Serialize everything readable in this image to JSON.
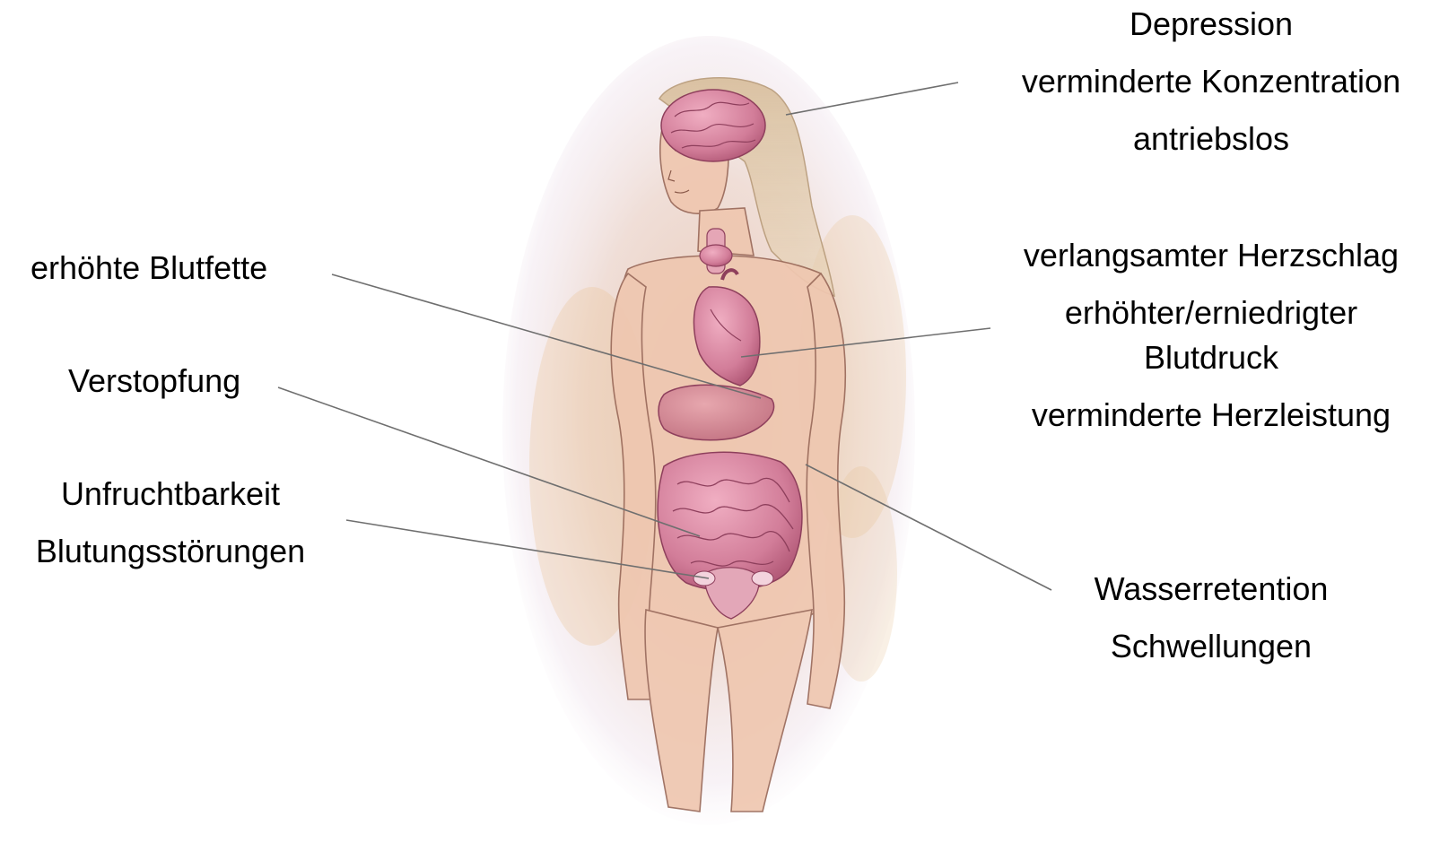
{
  "colors": {
    "background": "#ffffff",
    "text": "#000000",
    "leader_line": "#6f6f6f",
    "skin": "#ecc2a8",
    "skin_outline": "#9a6a5a",
    "organ": "#d889a3",
    "organ_dark": "#b4607d",
    "wash": "#e7c7b8",
    "hair": "#dcc3a0"
  },
  "illustration": {
    "subject": "female-anatomy-figure",
    "organs": [
      "brain",
      "thyroid",
      "heart",
      "liver",
      "intestines",
      "uterus"
    ]
  },
  "labels": {
    "brain": {
      "line1": "Depression",
      "line2": "verminderte Konzentration",
      "line3": "antriebslos"
    },
    "heart": {
      "line1": "verlangsamter Herzschlag",
      "line2": "erhöhter/erniedrigter",
      "line3": "Blutdruck",
      "line4": "verminderte Herzleistung"
    },
    "kidney": {
      "line1": "Wasserretention",
      "line2": "Schwellungen"
    },
    "lipids": {
      "line1": "erhöhte Blutfette"
    },
    "bowel": {
      "line1": "Verstopfung"
    },
    "uterus": {
      "line1": "Unfruchtbarkeit",
      "line2": "Blutungsstörungen"
    }
  }
}
